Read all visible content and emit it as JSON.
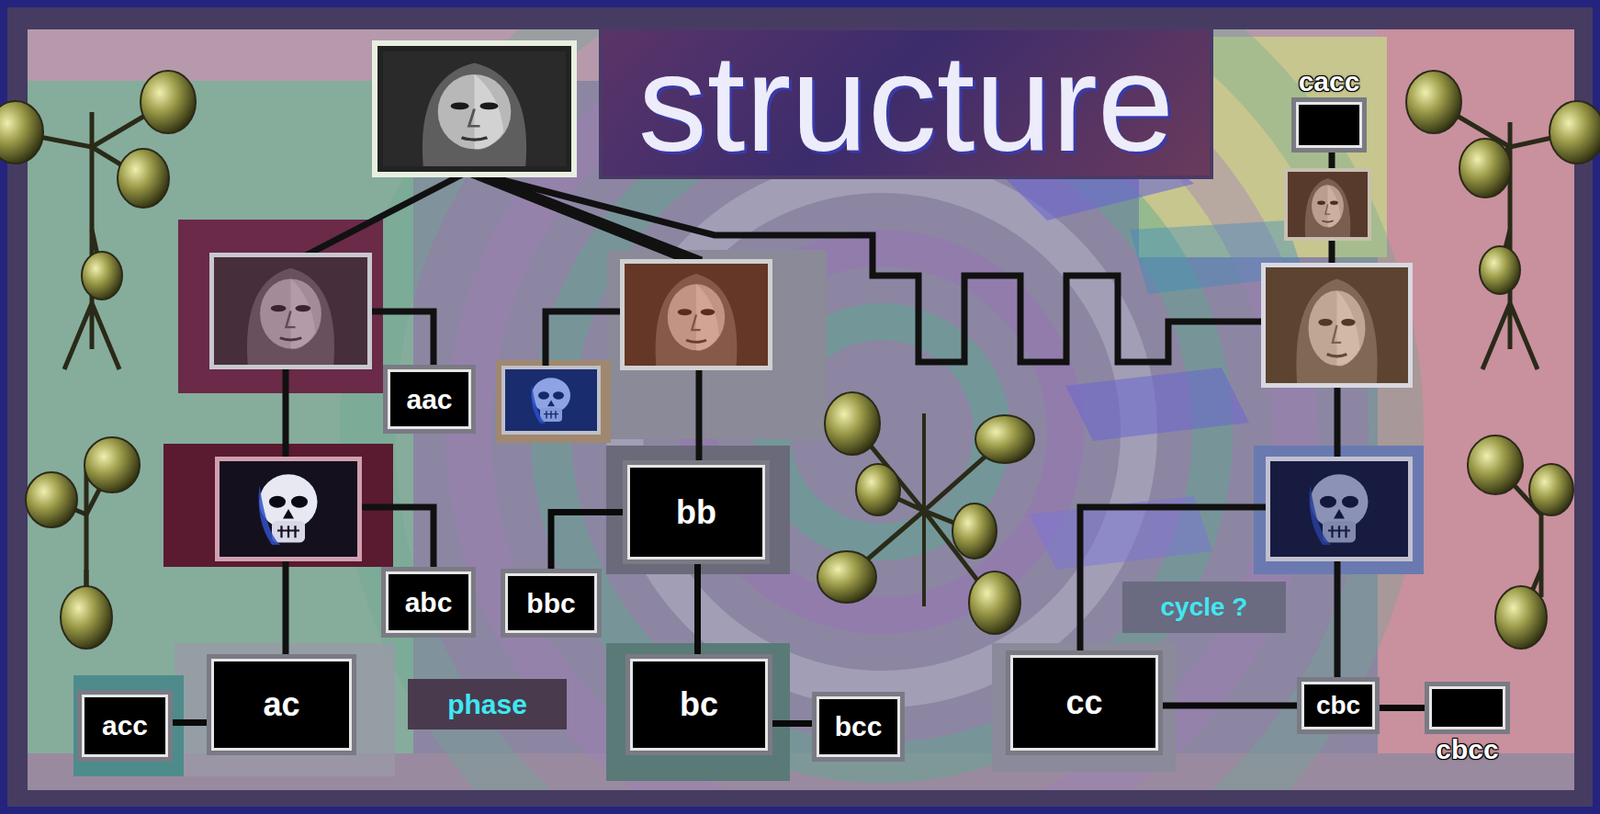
{
  "diagram": {
    "title": "structure",
    "nodes": [
      {
        "text": [
          "cacc"
        ]
      },
      {
        "text": [
          "aac"
        ]
      },
      {
        "text": [
          "bb"
        ]
      },
      {
        "text": [
          "abc"
        ]
      },
      {
        "text": [
          "bbc"
        ]
      },
      {
        "text": [
          "acc"
        ]
      },
      {
        "text": [
          "ac"
        ]
      },
      {
        "text": [
          "bc"
        ]
      },
      {
        "text": [
          "bcc"
        ]
      },
      {
        "text": [
          "cc"
        ]
      },
      {
        "text": [
          "cbc"
        ]
      },
      {
        "text": [
          "cbcc"
        ]
      }
    ],
    "edges": [
      {
        "from": 2,
        "to": 4,
        "arrow": "none"
      },
      {
        "from": 2,
        "to": 7,
        "arrow": "none"
      },
      {
        "from": 7,
        "to": 8,
        "arrow": "none"
      },
      {
        "from": 6,
        "to": 5,
        "arrow": "none"
      },
      {
        "from": 9,
        "to": 10,
        "arrow": "none"
      },
      {
        "from": 10,
        "to": 11,
        "arrow": "none"
      }
    ],
    "labels": [
      "phase",
      "cycle ?"
    ]
  }
}
